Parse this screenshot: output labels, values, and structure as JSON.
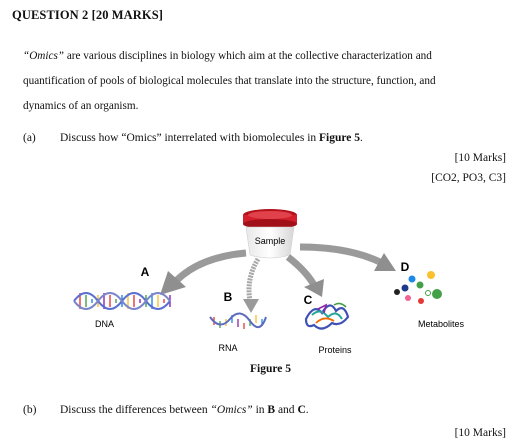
{
  "question": {
    "heading": "QUESTION 2 [20 MARKS]",
    "intro_term": "“Omics”",
    "intro_rest_line1": " are various disciplines in biology which aim at the collective characterization and",
    "intro_line2": "quantification of pools of biological molecules that translate into the structure, function, and",
    "intro_line3": "dynamics of an organism."
  },
  "part_a": {
    "label": "(a)",
    "text_start": "Discuss how ",
    "term": "“Omics”",
    "text_mid": " interrelated with biomolecules in ",
    "figure_ref": "Figure 5",
    "text_end": ".",
    "marks": "[10 Marks]",
    "codes": "[CO2, PO3, C3]"
  },
  "figure": {
    "sample_label": "Sample",
    "letter_a": "A",
    "letter_b": "B",
    "letter_c": "C",
    "letter_d": "D",
    "dna_label": "DNA",
    "rna_label": "RNA",
    "proteins_label": "Proteins",
    "metabolites_label": "Metabolites",
    "caption": "Figure 5"
  },
  "part_b": {
    "label": "(b)",
    "text_start": "Discuss the differences between ",
    "term": "“Omics”",
    "text_mid": " in ",
    "b_ref": "B",
    "text_and": " and ",
    "c_ref": "C",
    "text_end": ".",
    "marks": "[10 Marks]"
  }
}
